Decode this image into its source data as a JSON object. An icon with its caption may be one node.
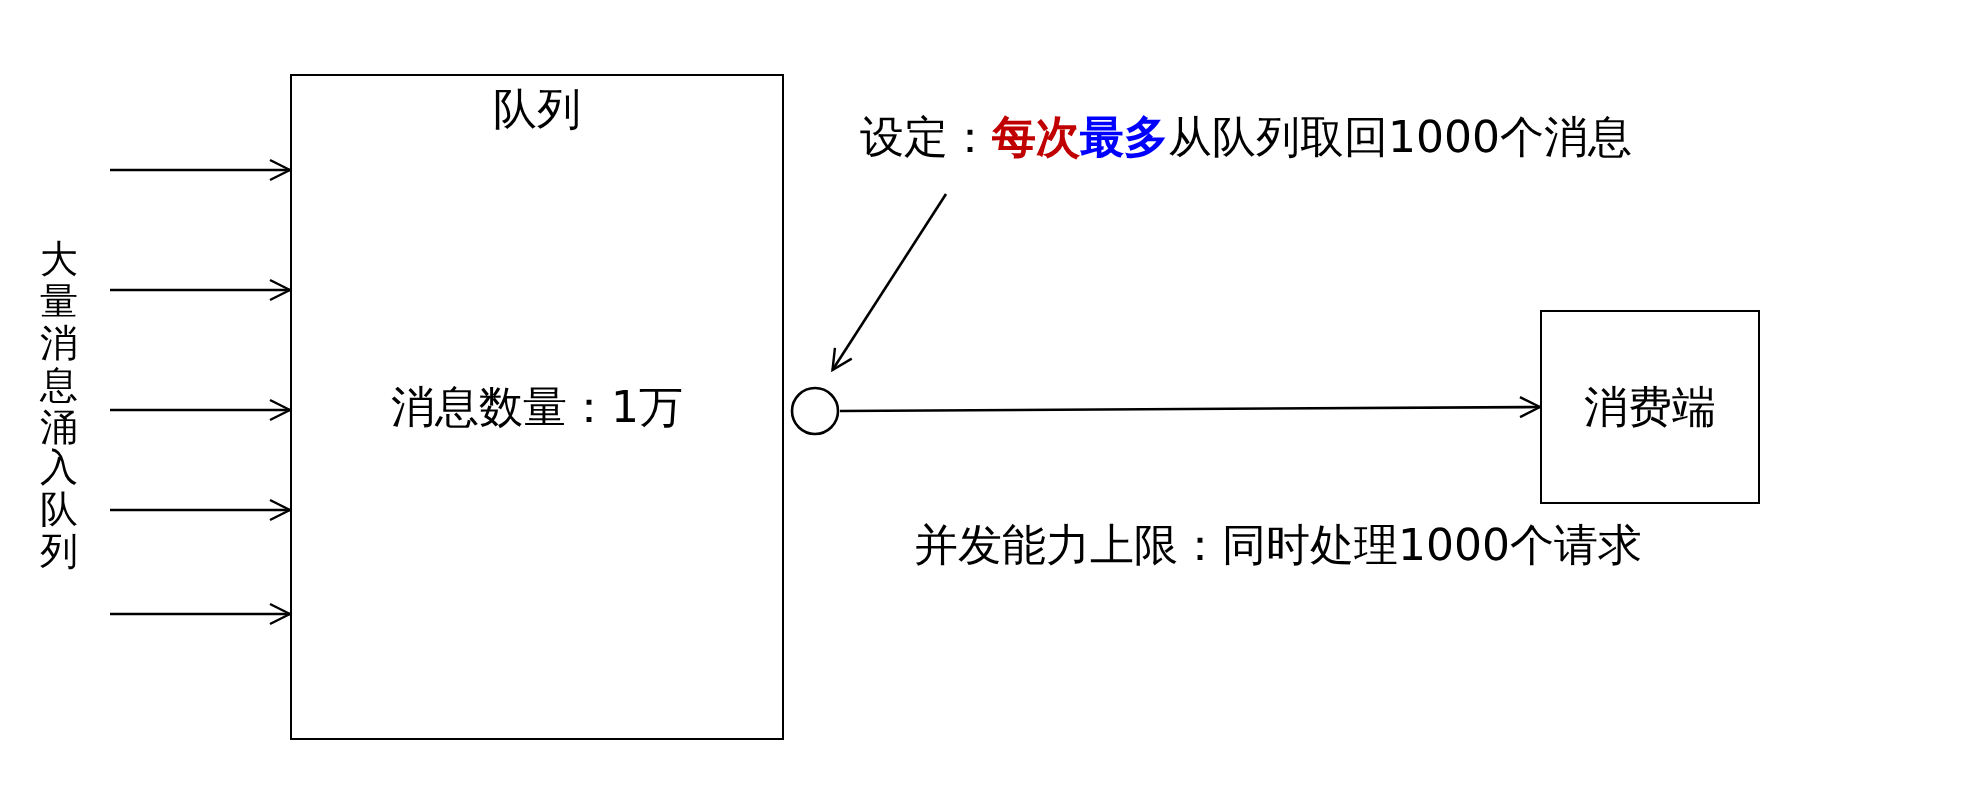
{
  "diagram": {
    "nodes": [
      {
        "text": [
          "队列",
          "消息数量：1万"
        ]
      },
      {
        "text": [],
        "shape": "circle"
      },
      {
        "text": [
          "消费端"
        ]
      },
      {
        "text": [
          "设定：**每次****最多**从队列取回1000个消息"
        ]
      }
    ],
    "edges": [
      {
        "from": null,
        "to": 0,
        "arrow": "to"
      },
      {
        "from": null,
        "to": 0,
        "arrow": "to"
      },
      {
        "from": null,
        "to": 0,
        "arrow": "to"
      },
      {
        "from": null,
        "to": 0,
        "arrow": "to"
      },
      {
        "from": null,
        "to": 0,
        "arrow": "to"
      },
      {
        "from": 1,
        "to": 2,
        "arrow": "to"
      },
      {
        "from": 3,
        "to": 1,
        "arrow": "to"
      }
    ],
    "labels": [
      "大量消息涌入队列",
      "并发能力上限：同时处理1000个请求"
    ]
  }
}
